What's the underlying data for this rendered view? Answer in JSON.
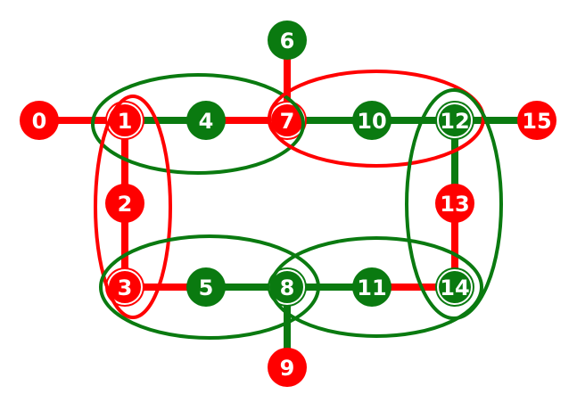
{
  "colors": {
    "red": "#ff0000",
    "green": "#0a7a10",
    "background": "#ffffff"
  },
  "nodes": [
    {
      "id": "0",
      "label": "0",
      "color": "red"
    },
    {
      "id": "1",
      "label": "1",
      "color": "red"
    },
    {
      "id": "2",
      "label": "2",
      "color": "red"
    },
    {
      "id": "3",
      "label": "3",
      "color": "red"
    },
    {
      "id": "4",
      "label": "4",
      "color": "green"
    },
    {
      "id": "5",
      "label": "5",
      "color": "green"
    },
    {
      "id": "6",
      "label": "6",
      "color": "green"
    },
    {
      "id": "7",
      "label": "7",
      "color": "red"
    },
    {
      "id": "8",
      "label": "8",
      "color": "green"
    },
    {
      "id": "9",
      "label": "9",
      "color": "red"
    },
    {
      "id": "10",
      "label": "10",
      "color": "green"
    },
    {
      "id": "11",
      "label": "11",
      "color": "green"
    },
    {
      "id": "12",
      "label": "12",
      "color": "green"
    },
    {
      "id": "13",
      "label": "13",
      "color": "red"
    },
    {
      "id": "14",
      "label": "14",
      "color": "green"
    },
    {
      "id": "15",
      "label": "15",
      "color": "red"
    }
  ],
  "edges": [
    {
      "from": "0",
      "to": "1",
      "color": "red"
    },
    {
      "from": "1",
      "to": "4",
      "color": "green"
    },
    {
      "from": "4",
      "to": "7",
      "color": "red"
    },
    {
      "from": "7",
      "to": "10",
      "color": "green"
    },
    {
      "from": "10",
      "to": "12",
      "color": "green"
    },
    {
      "from": "12",
      "to": "15",
      "color": "green"
    },
    {
      "from": "6",
      "to": "7",
      "color": "red"
    },
    {
      "from": "1",
      "to": "2",
      "color": "red"
    },
    {
      "from": "2",
      "to": "3",
      "color": "red"
    },
    {
      "from": "3",
      "to": "5",
      "color": "red"
    },
    {
      "from": "5",
      "to": "8",
      "color": "green"
    },
    {
      "from": "8",
      "to": "11",
      "color": "green"
    },
    {
      "from": "11",
      "to": "14",
      "color": "red"
    },
    {
      "from": "8",
      "to": "9",
      "color": "green"
    },
    {
      "from": "12",
      "to": "13",
      "color": "green"
    },
    {
      "from": "13",
      "to": "14",
      "color": "red"
    }
  ],
  "groups": [
    {
      "name": "top-left-group",
      "color": "green"
    },
    {
      "name": "top-right-group",
      "color": "red"
    },
    {
      "name": "left-group",
      "color": "red"
    },
    {
      "name": "right-group",
      "color": "green"
    },
    {
      "name": "bottom-left-group",
      "color": "green"
    },
    {
      "name": "bottom-right-group",
      "color": "green"
    }
  ]
}
